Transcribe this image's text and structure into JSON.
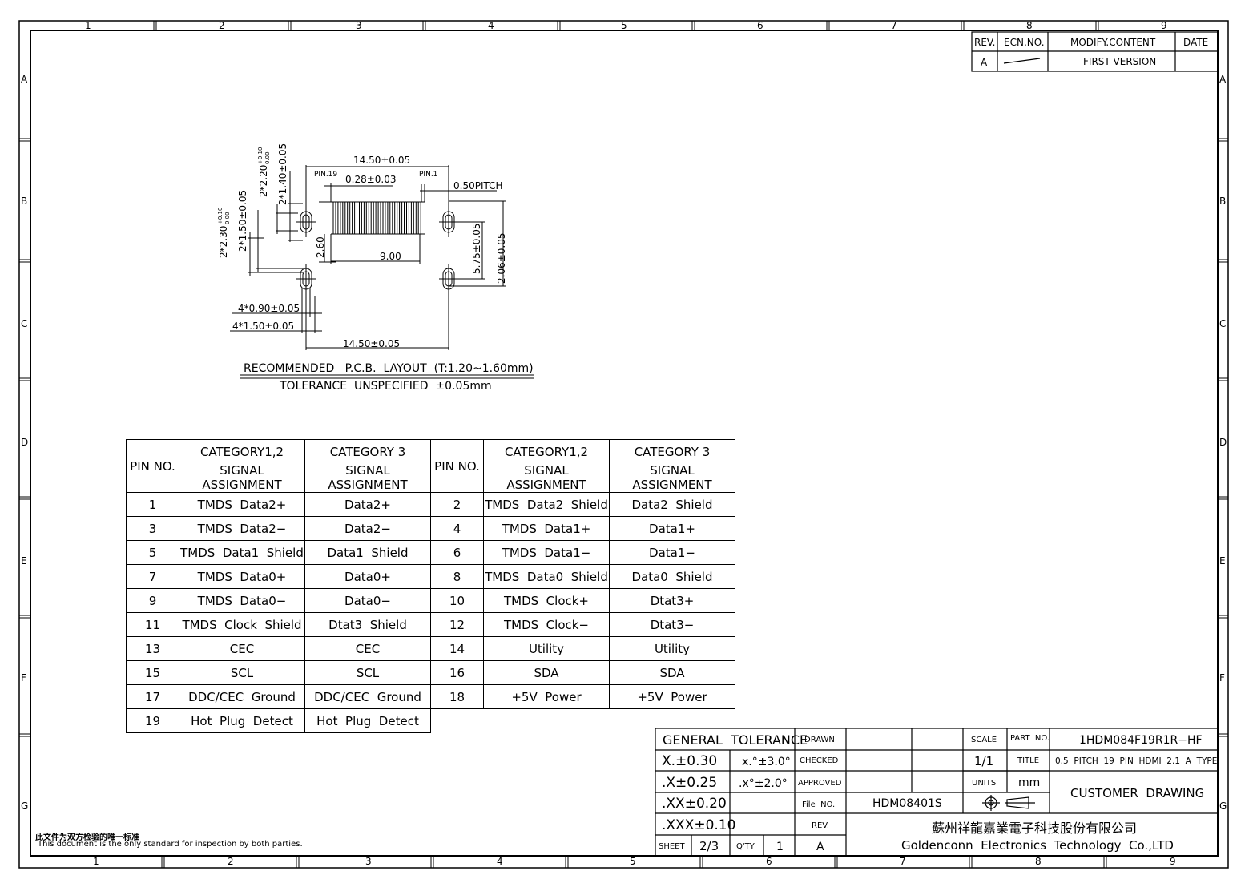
{
  "border": {
    "cols": [
      "1",
      "2",
      "3",
      "4",
      "5",
      "6",
      "7",
      "8",
      "9"
    ],
    "rows": [
      "A",
      "B",
      "C",
      "D",
      "E",
      "F",
      "G"
    ]
  },
  "revision": {
    "headers": [
      "REV.",
      "ECN.NO.",
      "MODIFY.CONTENT",
      "DATE"
    ],
    "row": {
      "rev": "A",
      "ecn": "",
      "content": "FIRST VERSION",
      "date": ""
    }
  },
  "layout": {
    "dim_top_width": "14.50±0.05",
    "pin19": "PIN.19",
    "pin1": "PIN.1",
    "pin_width": "0.28±0.03",
    "pitch": "0.50PITCH",
    "dim_2_20": "2*2.20",
    "dim_2_20_tol_up": "+0.10",
    "dim_2_20_tol_dn": "0.00",
    "dim_1_40": "2*1.40±0.05",
    "dim_2_30": "2*2.30",
    "dim_2_30_tol_up": "+0.10",
    "dim_2_30_tol_dn": "0.00",
    "dim_1_50": "2*1.50±0.05",
    "dim_2_60": "2.60",
    "dim_9_00": "9.00",
    "dim_5_75": "5.75±0.05",
    "dim_2_06": "2.06±0.05",
    "dim_0_90": "4*0.90±0.05",
    "dim_4_150": "4*1.50±0.05",
    "dim_bottom_width": "14.50±0.05",
    "caption": "RECOMMENDED   P.C.B.  LAYOUT  (T:1.20~1.60mm)",
    "tolerance": "TOLERANCE  UNSPECIFIED  ±0.05mm"
  },
  "pin_table": {
    "h_pin": "PIN  NO.",
    "h_cat12_a": "CATEGORY1,2",
    "h_cat12_b": "SIGNAL  ASSIGNMENT",
    "h_cat3_a": "CATEGORY  3",
    "h_cat3_b": "SIGNAL  ASSIGNMENT",
    "rows": [
      {
        "p1": "1",
        "a1": "TMDS  Data2+",
        "b1": "Data2+",
        "p2": "2",
        "a2": "TMDS  Data2  Shield",
        "b2": "Data2  Shield"
      },
      {
        "p1": "3",
        "a1": "TMDS  Data2−",
        "b1": "Data2−",
        "p2": "4",
        "a2": "TMDS  Data1+",
        "b2": "Data1+"
      },
      {
        "p1": "5",
        "a1": "TMDS  Data1  Shield",
        "b1": "Data1  Shield",
        "p2": "6",
        "a2": "TMDS  Data1−",
        "b2": "Data1−"
      },
      {
        "p1": "7",
        "a1": "TMDS  Data0+",
        "b1": "Data0+",
        "p2": "8",
        "a2": "TMDS  Data0  Shield",
        "b2": "Data0  Shield"
      },
      {
        "p1": "9",
        "a1": "TMDS  Data0−",
        "b1": "Data0−",
        "p2": "10",
        "a2": "TMDS  Clock+",
        "b2": "Dtat3+"
      },
      {
        "p1": "11",
        "a1": "TMDS  Clock  Shield",
        "b1": "Dtat3  Shield",
        "p2": "12",
        "a2": "TMDS  Clock−",
        "b2": "Dtat3−"
      },
      {
        "p1": "13",
        "a1": "CEC",
        "b1": "CEC",
        "p2": "14",
        "a2": "Utility",
        "b2": "Utility"
      },
      {
        "p1": "15",
        "a1": "SCL",
        "b1": "SCL",
        "p2": "16",
        "a2": "SDA",
        "b2": "SDA"
      },
      {
        "p1": "17",
        "a1": "DDC/CEC  Ground",
        "b1": "DDC/CEC  Ground",
        "p2": "18",
        "a2": "+5V  Power",
        "b2": "+5V  Power"
      },
      {
        "p1": "19",
        "a1": "Hot  Plug  Detect",
        "b1": "Hot  Plug  Detect",
        "p2": "",
        "a2": "",
        "b2": ""
      }
    ]
  },
  "title_block": {
    "general_tolerance": "GENERAL  TOLERANCE",
    "tol_x": "X.±0.30",
    "tol_x_ang": "x.°±3.0°",
    "tol_x1": ".X±0.25",
    "tol_x1_ang": ".x°±2.0°",
    "tol_xx": ".XX±0.20",
    "tol_xxx": ".XXX±0.10",
    "drawn": "DRAWN",
    "checked": "CHECKED",
    "approved": "APPROVED",
    "file_no_label": "File  NO.",
    "file_no": "HDM08401S",
    "rev_label": "REV.",
    "sheet_label": "SHEET",
    "sheet": "2/3",
    "qty_label": "Q'TY",
    "qty": "1",
    "rev": "A",
    "scale_label": "SCALE",
    "scale": "1/1",
    "units_label": "UNITS",
    "units": "mm",
    "part_no_label": "PART  NO.",
    "part_no": "1HDM084F19R1R−HF",
    "title_label": "TITLE",
    "title": "0.5  PITCH  19  PIN  HDMI  2.1  A  TYPE",
    "customer": "CUSTOMER  DRAWING",
    "company_cn": "蘇州祥龍嘉業電子科技股份有限公司",
    "company_en": "Goldenconn  Electronics  Technology  Co.,LTD"
  },
  "notes": {
    "cn": "此文件为双方检验的唯一标准",
    "en": "This  document  is  the  only  standard  for  inspection  by  both  parties."
  }
}
